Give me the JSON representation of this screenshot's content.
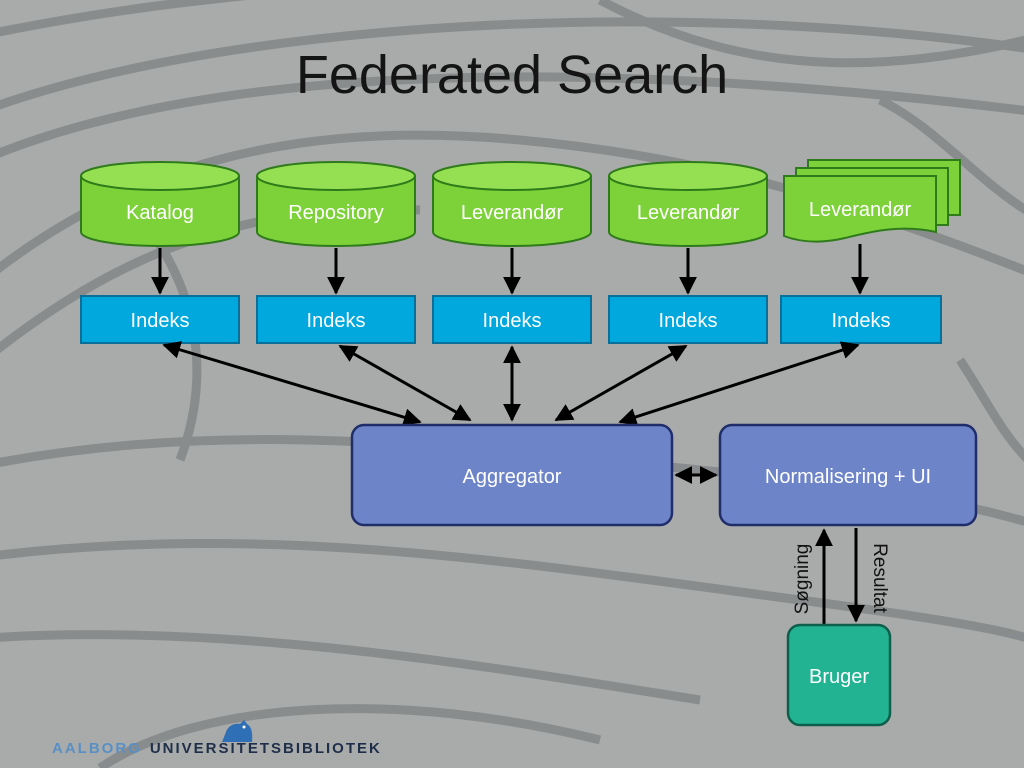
{
  "title": "Federated Search",
  "sources": [
    {
      "label": "Katalog",
      "index_label": "Indeks"
    },
    {
      "label": "Repository",
      "index_label": "Indeks"
    },
    {
      "label": "Leverandør",
      "index_label": "Indeks"
    },
    {
      "label": "Leverandør",
      "index_label": "Indeks"
    },
    {
      "label": "Leverandør",
      "index_label": "Indeks"
    }
  ],
  "aggregator_label": "Aggregator",
  "normalizer_label": "Normalisering + UI",
  "user_label": "Bruger",
  "search_label": "Søgning",
  "result_label": "Resultat",
  "logo": {
    "part1": "AALBORG",
    "part2": "UNIVERSITETSBIBLIOTEK"
  },
  "colors": {
    "source_fill": "#7dd23a",
    "index_fill": "#00a8de",
    "aggregator_fill": "#6e84c8",
    "user_fill": "#22b392"
  }
}
